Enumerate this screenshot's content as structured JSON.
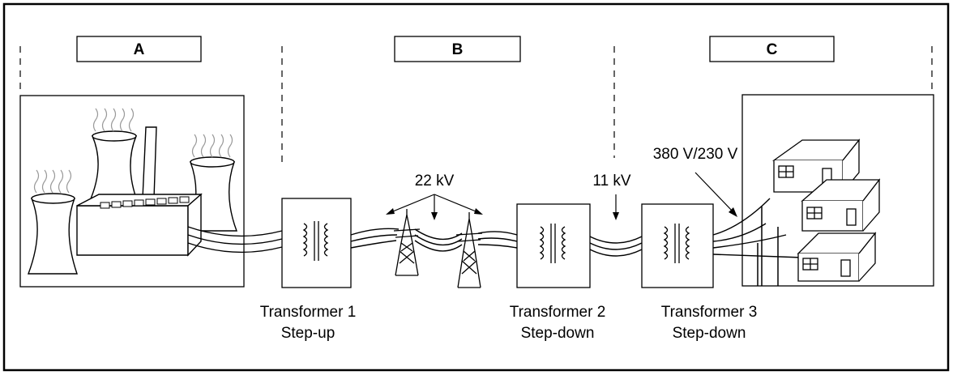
{
  "sections": [
    {
      "id": "A",
      "label": "A"
    },
    {
      "id": "B",
      "label": "B"
    },
    {
      "id": "C",
      "label": "C"
    }
  ],
  "voltages": {
    "transmission": "22 kV",
    "distribution": "11 kV",
    "consumer": "380 V/230 V"
  },
  "transformers": [
    {
      "name": "Transformer 1",
      "type": "Step-up"
    },
    {
      "name": "Transformer 2",
      "type": "Step-down"
    },
    {
      "name": "Transformer 3",
      "type": "Step-down"
    }
  ],
  "colors": {
    "line": "#000000",
    "steam": "#999999",
    "background": "#ffffff"
  }
}
